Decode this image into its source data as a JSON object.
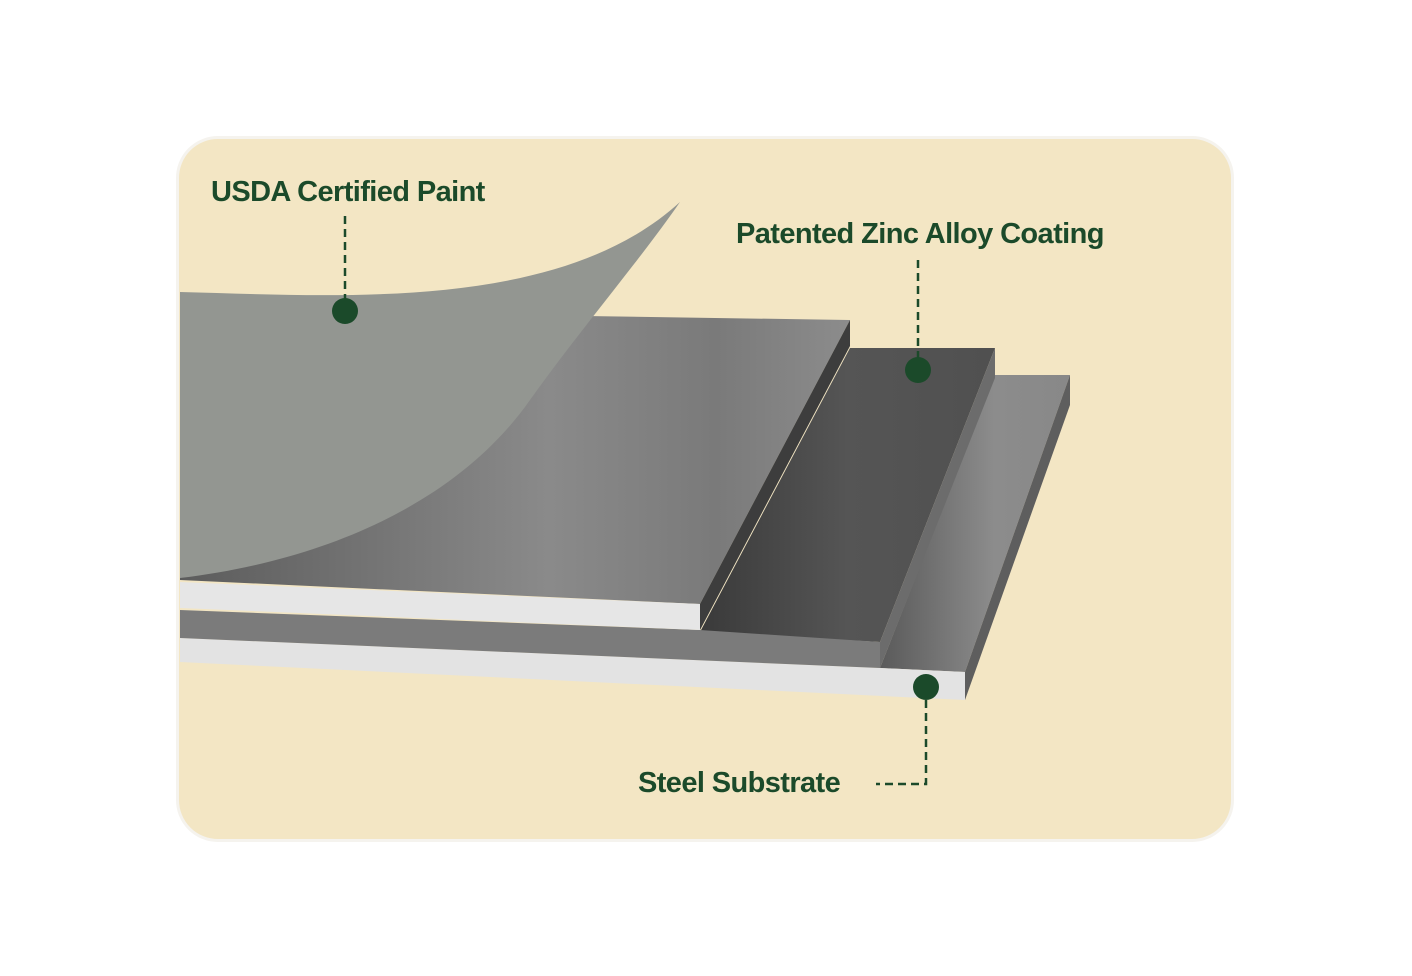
{
  "labels": {
    "paint": "USDA Certified Paint",
    "zinc": "Patented Zinc Alloy Coating",
    "steel": "Steel Substrate"
  },
  "colors": {
    "background": "#f3e6c4",
    "label": "#1b4a2a",
    "marker": "#1b4a2a",
    "paint_sheet": "#939691"
  }
}
